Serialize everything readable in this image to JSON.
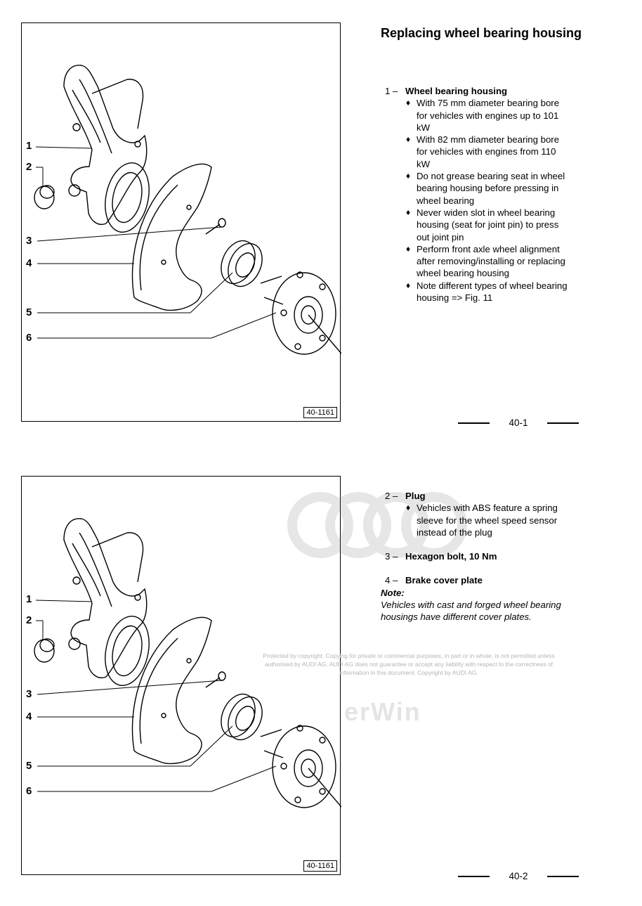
{
  "title": "Replacing wheel bearing housing",
  "figure": {
    "id_label": "40-1161",
    "callouts": [
      "1",
      "2",
      "3",
      "4",
      "5",
      "6"
    ]
  },
  "page1": {
    "item1": {
      "number": "1",
      "dash": "–",
      "label": "Wheel bearing housing",
      "bullets": [
        "With 75 mm diameter bearing bore for vehicles with engines up to 101 kW",
        "With 82 mm diameter bearing bore for vehicles with engines from 110 kW",
        "Do not grease bearing seat in wheel bearing housing before pressing in wheel bearing",
        "Never widen slot in wheel bearing housing (seat for joint pin) to press out joint pin",
        "Perform front axle wheel alignment after removing/installing or replacing wheel bearing housing",
        "Note different types of wheel bearing housing => Fig. 11"
      ]
    },
    "page_number": "40-1"
  },
  "page2": {
    "item2": {
      "number": "2",
      "dash": "–",
      "label": "Plug",
      "bullets": [
        "Vehicles with ABS feature a spring sleeve for the wheel speed sensor instead of the plug"
      ]
    },
    "item3": {
      "number": "3",
      "dash": "–",
      "label": "Hexagon bolt, 10 Nm"
    },
    "item4": {
      "number": "4",
      "dash": "–",
      "label": "Brake cover plate"
    },
    "note_heading": "Note:",
    "note_text": "Vehicles with cast and forged wheel bearing housings have different cover plates.",
    "page_number": "40-2"
  },
  "watermark": {
    "notice": "Protected by copyright. Copying for private or commercial purposes, in part or in whole, is not permitted unless authorised by AUDI AG. AUDI AG does not guarantee or accept any liability with respect to the correctness of information in this document. Copyright by AUDI AG.",
    "brand": "erWin"
  },
  "bullet_glyph": "♦"
}
